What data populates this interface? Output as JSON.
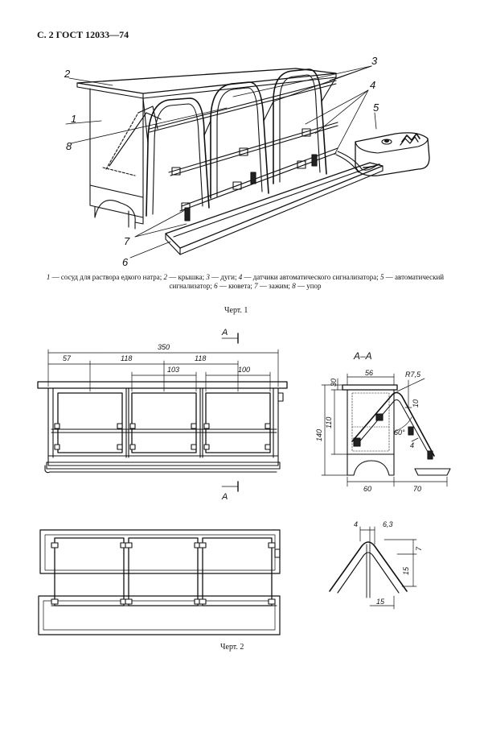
{
  "header": {
    "title": "С. 2 ГОСТ 12033—74"
  },
  "figure1": {
    "callouts": [
      "1",
      "2",
      "3",
      "4",
      "5",
      "6",
      "7",
      "8"
    ],
    "legend": [
      {
        "num": "1",
        "text": "сосуд для раствора едкого натра; "
      },
      {
        "num": "2",
        "text": "крышка; "
      },
      {
        "num": "3",
        "text": "дуги; "
      },
      {
        "num": "4",
        "text": "датчики автоматического сигнализатора; "
      },
      {
        "num": "5",
        "text": "автоматический сигнализатор; "
      },
      {
        "num": "6",
        "text": "кювета; "
      },
      {
        "num": "7",
        "text": "зажим; "
      },
      {
        "num": "8",
        "text": "упор"
      }
    ],
    "caption": "Черт. 1"
  },
  "figure2": {
    "section_mark": "A",
    "section_title": "A–A",
    "front_dims": {
      "overall": "350",
      "d1": "57",
      "d2": "118",
      "d3": "118",
      "d4": "103",
      "d5": "100"
    },
    "side_dims": {
      "top_width": "56",
      "radius": "R7,5",
      "lid": "30",
      "height_total": "140",
      "height_inner": "110",
      "gap": "10",
      "angle": "60°",
      "thick": "4",
      "base_width": "60",
      "tray": "70"
    },
    "detail_dims": {
      "a": "4",
      "b": "6,3",
      "c": "7",
      "d": "15",
      "e": "15"
    },
    "caption": "Черт. 2"
  }
}
